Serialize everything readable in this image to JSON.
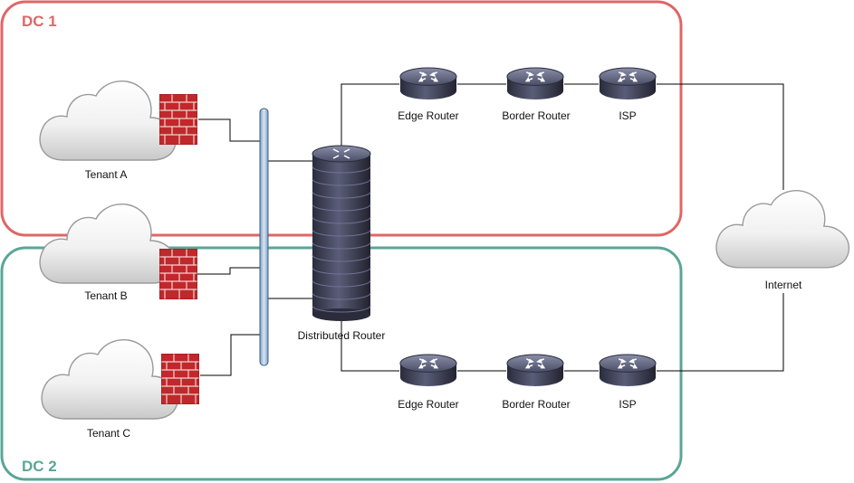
{
  "zones": {
    "dc1": {
      "label": "DC 1",
      "color": "#e06666"
    },
    "dc2": {
      "label": "DC 2",
      "color": "#5ba696"
    }
  },
  "tenants": [
    "Tenant A",
    "Tenant B",
    "Tenant C"
  ],
  "core": {
    "label": "Distributed Router"
  },
  "dc1_path": {
    "edge": "Edge Router",
    "border": "Border Router",
    "isp": "ISP"
  },
  "dc2_path": {
    "edge": "Edge Router",
    "border": "Border Router",
    "isp": "ISP"
  },
  "internet": {
    "label": "Internet"
  },
  "colors": {
    "firewall": "#c0282b",
    "router_body": "#3b3d52",
    "bus": "#aec6de"
  },
  "icons": {
    "cloud": "cloud-icon",
    "firewall": "firewall-icon",
    "router": "router-icon",
    "router_stack": "router-stack-icon"
  }
}
